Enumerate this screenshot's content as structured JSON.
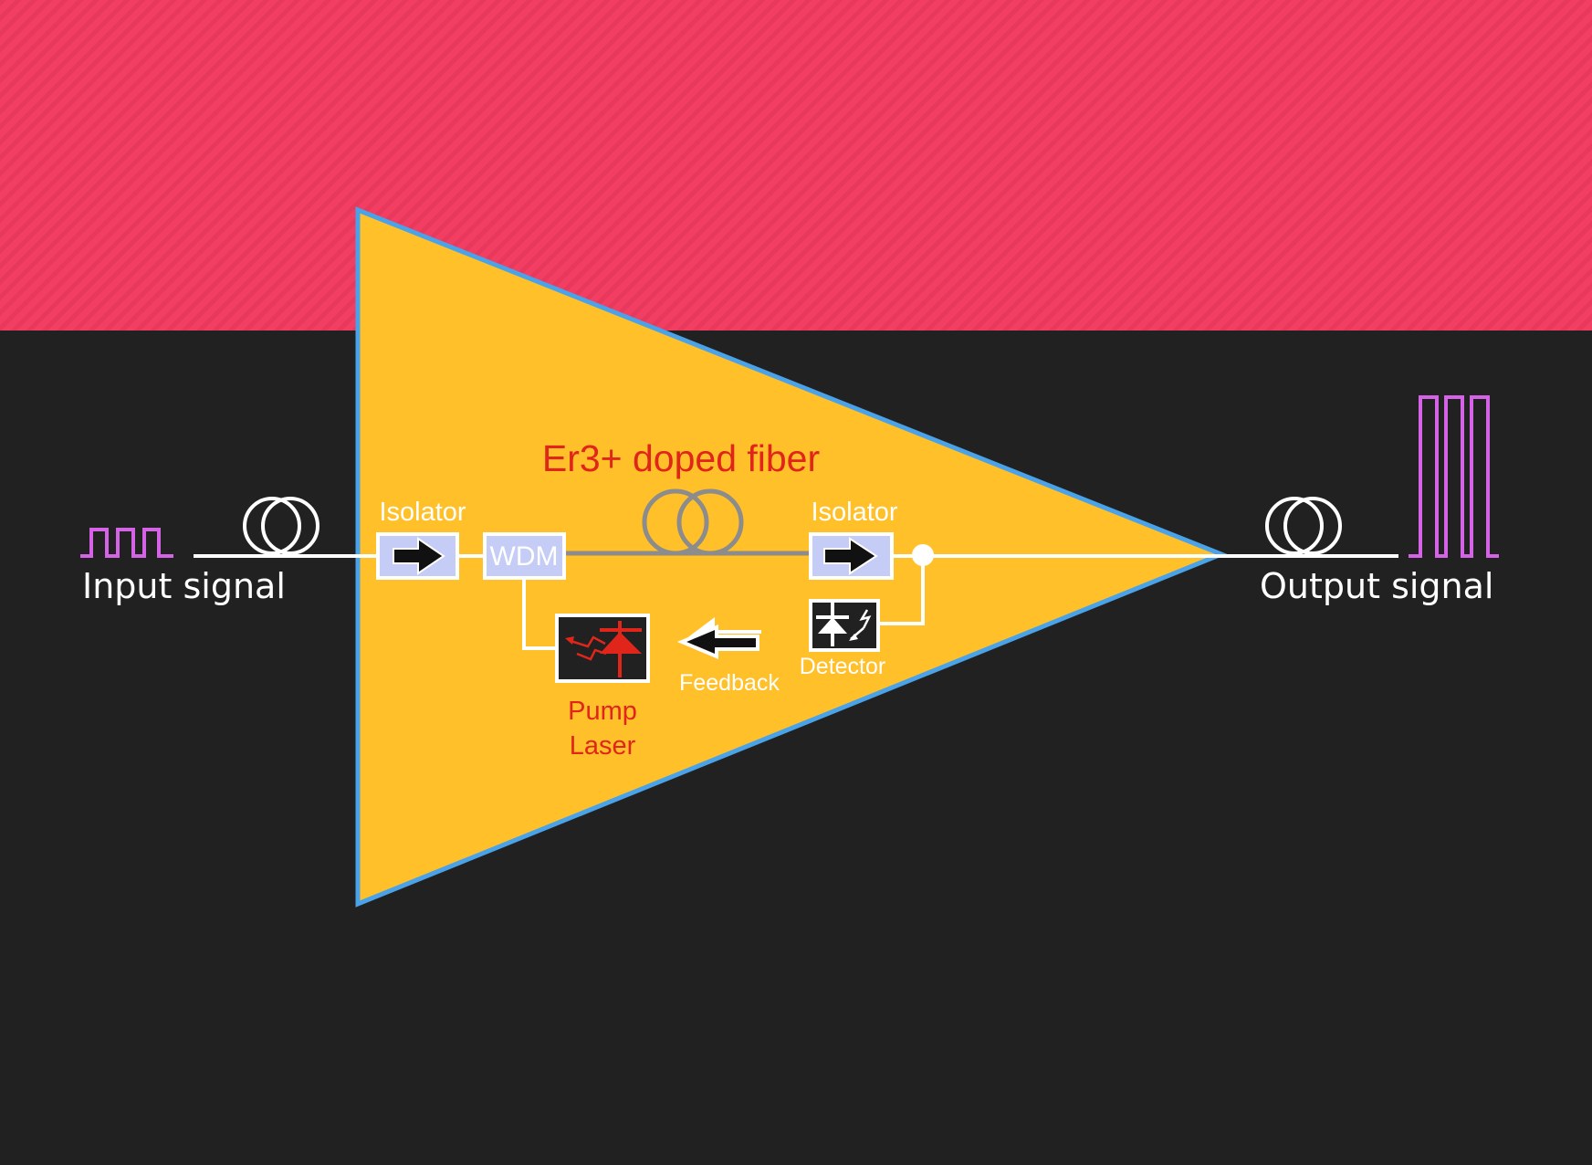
{
  "labels": {
    "input_signal": "Input signal",
    "output_signal": "Output signal",
    "fiber": "Er3+ doped fiber",
    "isolator_1": "Isolator",
    "isolator_2": "Isolator",
    "wdm": "WDM",
    "detector": "Detector",
    "feedback": "Feedback",
    "pump_line1": "Pump",
    "pump_line2": "Laser"
  },
  "colors": {
    "background": "#212121",
    "banner": "#f23e62",
    "amplifier_fill": "#ffc02a",
    "amplifier_stroke": "#4aa3e8",
    "component_fill": "#c5cdf7",
    "signal_pulse": "#d463e6",
    "fiber_coil": "#8c8c8c",
    "label_red": "#e0261a",
    "line": "#ffffff"
  },
  "icons": {
    "isolator": "right-arrow-icon",
    "feedback": "left-arrow-icon",
    "detector": "photodiode-icon",
    "pump_laser": "laser-diode-icon",
    "fiber_spool": "fiber-coil-icon"
  }
}
